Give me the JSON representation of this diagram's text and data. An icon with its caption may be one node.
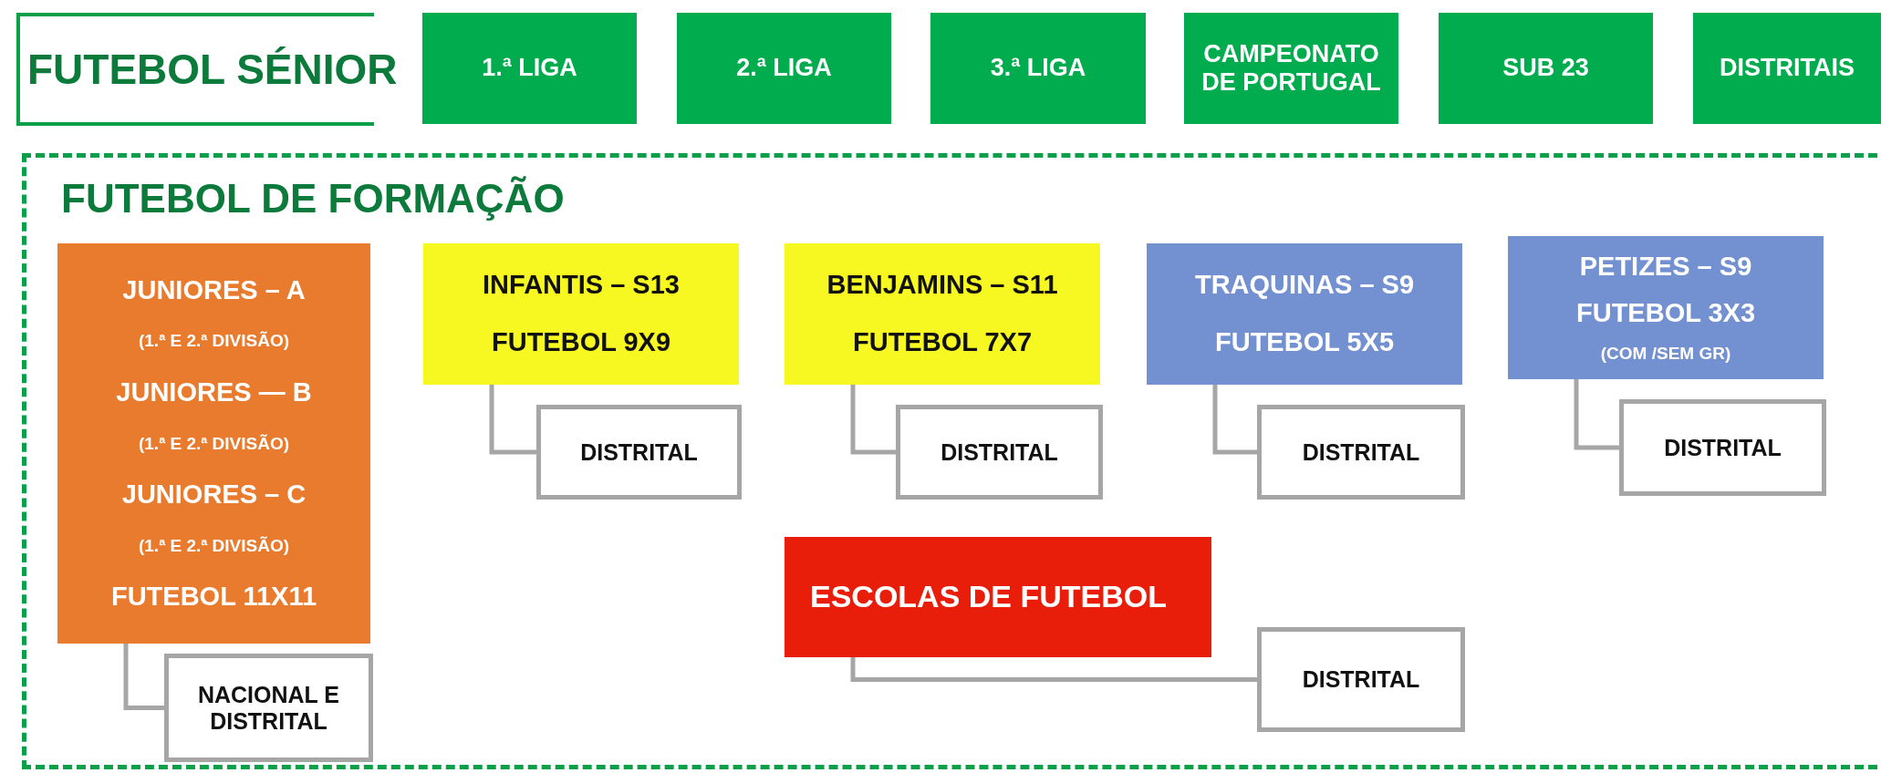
{
  "diagram": {
    "nodes": [
      {
        "text": [
          "FUTEBOL SÉNIOR"
        ]
      },
      {
        "text": [
          "1.ª LIGA"
        ]
      },
      {
        "text": [
          "2.ª LIGA"
        ]
      },
      {
        "text": [
          "3.ª LIGA"
        ]
      },
      {
        "text": [
          "CAMPEONATO DE PORTUGAL"
        ]
      },
      {
        "text": [
          "SUB 23"
        ]
      },
      {
        "text": [
          "DISTRITAIS"
        ]
      },
      {
        "text": [
          "FUTEBOL DE FORMAÇÃO"
        ]
      },
      {
        "text": [
          "JUNIORES – A",
          "(1.ª E 2.ª DIVISÃO)",
          "JUNIORES — B",
          "(1.ª E 2.ª DIVISÃO)",
          "JUNIORES – C",
          "(1.ª E 2.ª DIVISÃO)",
          "FUTEBOL 11X11"
        ],
        "in": 7
      },
      {
        "text": [
          "INFANTIS – S13",
          "FUTEBOL 9X9"
        ],
        "in": 7
      },
      {
        "text": [
          "BENJAMINS – S11",
          "FUTEBOL 7X7"
        ],
        "in": 7
      },
      {
        "text": [
          "TRAQUINAS – S9",
          "FUTEBOL 5X5"
        ],
        "in": 7
      },
      {
        "text": [
          "PETIZES – S9",
          "FUTEBOL 3X3",
          "(COM /SEM GR)"
        ],
        "in": 7
      },
      {
        "text": [
          "DISTRITAL"
        ],
        "in": 7
      },
      {
        "text": [
          "DISTRITAL"
        ],
        "in": 7
      },
      {
        "text": [
          "DISTRITAL"
        ],
        "in": 7
      },
      {
        "text": [
          "DISTRITAL"
        ],
        "in": 7
      },
      {
        "text": [
          "ESCOLAS DE FUTEBOL"
        ],
        "in": 7
      },
      {
        "text": [
          "NACIONAL E DISTRITAL"
        ],
        "in": 7
      },
      {
        "text": [
          "DISTRITAL"
        ],
        "in": 7
      }
    ],
    "edges": [
      {
        "from": 8,
        "to": 18,
        "arrow": "none"
      },
      {
        "from": 9,
        "to": 13,
        "arrow": "none"
      },
      {
        "from": 10,
        "to": 14,
        "arrow": "none"
      },
      {
        "from": 11,
        "to": 15,
        "arrow": "none"
      },
      {
        "from": 12,
        "to": 16,
        "arrow": "none"
      },
      {
        "from": 17,
        "to": 19,
        "arrow": "none"
      }
    ]
  }
}
